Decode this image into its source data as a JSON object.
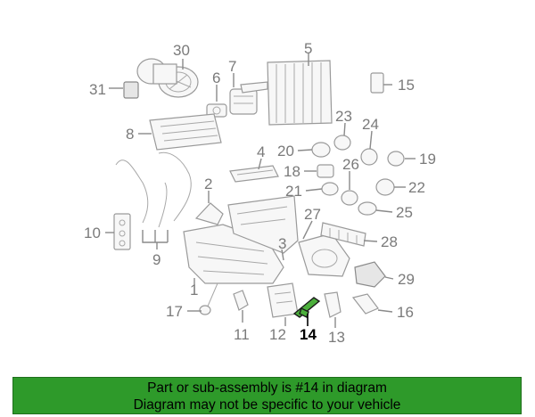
{
  "callouts": {
    "c1": "1",
    "c2": "2",
    "c3": "3",
    "c4": "4",
    "c5": "5",
    "c6": "6",
    "c7": "7",
    "c8": "8",
    "c9": "9",
    "c10": "10",
    "c11": "11",
    "c12": "12",
    "c13": "13",
    "c14": "14",
    "c15": "15",
    "c16": "16",
    "c17": "17",
    "c18": "18",
    "c19": "19",
    "c20": "20",
    "c21": "21",
    "c22": "22",
    "c23": "23",
    "c24": "24",
    "c25": "25",
    "c26": "26",
    "c27": "27",
    "c28": "28",
    "c29": "29",
    "c30": "30",
    "c31": "31"
  },
  "highlight": {
    "part_number": "14",
    "color": "#4caf3c"
  },
  "banner": {
    "line1": "Part or sub-assembly is #14 in diagram",
    "line2": "Diagram may not be specific to your vehicle",
    "background": "#2e9a2a"
  }
}
